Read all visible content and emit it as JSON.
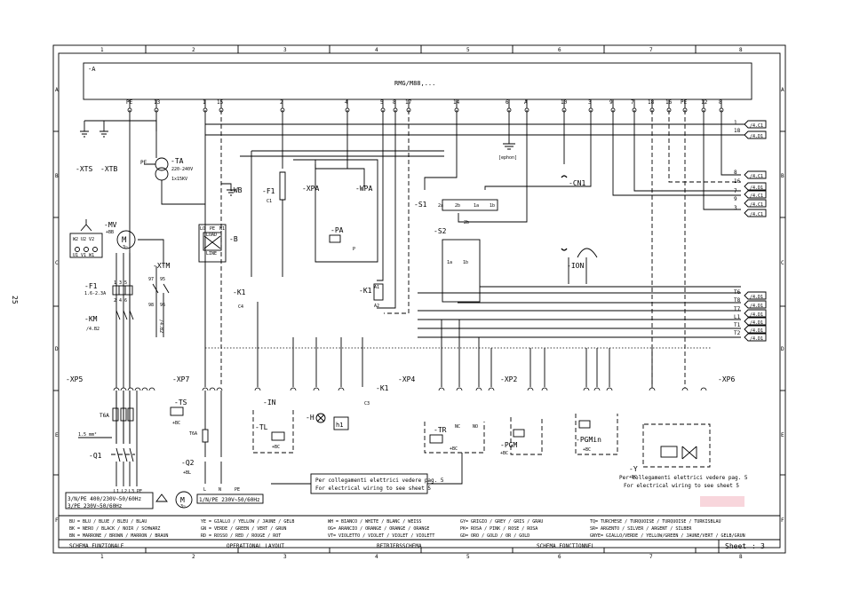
{
  "page_number": "25",
  "columns": [
    "1",
    "2",
    "3",
    "4",
    "5",
    "6",
    "7",
    "8"
  ],
  "rows": [
    "A",
    "B",
    "C",
    "D",
    "E",
    "F"
  ],
  "controller": {
    "ref": "-A",
    "model": "RMG/M88,..."
  },
  "controller_terminals": [
    "PE",
    "13",
    "1",
    "15",
    "2",
    "4",
    "5",
    "8",
    "17",
    "14",
    "6",
    "A",
    "10",
    "3",
    "9",
    "7",
    "18",
    "16",
    "PE",
    "12",
    "8"
  ],
  "right_outputs": [
    {
      "num": "1",
      "ref": "/4.C1"
    },
    {
      "num": "18",
      "ref": "/4.D1"
    },
    {
      "num": "8",
      "ref": "/4.C1"
    },
    {
      "num": "16",
      "ref": "/4.D1"
    },
    {
      "num": "7",
      "ref": "/4.C1"
    },
    {
      "num": "9",
      "ref": "/4.C1"
    },
    {
      "num": "3",
      "ref": "/4.C1"
    },
    {
      "num": "T6",
      "ref": "/4.D1"
    },
    {
      "num": "T8",
      "ref": "/4.D1"
    },
    {
      "num": "T7",
      "ref": "/4.D1"
    },
    {
      "num": "L1",
      "ref": "/4.D1"
    },
    {
      "num": "T1",
      "ref": "/4.D1"
    },
    {
      "num": "T2",
      "ref": "/4.D1"
    }
  ],
  "components": {
    "xts": "-XTS",
    "xtb": "-XTB",
    "ta": "-TA",
    "ta_v": "220-240V",
    "ta_p": "1x15KV",
    "pe": "PE",
    "wb": "-WB",
    "b": "-B",
    "b_lo": "LO",
    "b_pe": "PE",
    "b_n1": "N1",
    "b_load": "LOAD",
    "b_line": "LINE",
    "f1b": "-F1",
    "c1": "C1",
    "xpa": "-XPA",
    "wpa": "-WPA",
    "pa": "-PA",
    "pa_p": "P",
    "k1a": "-K1",
    "k1a_c": "C4",
    "k1b": "-K1",
    "a1": "A1",
    "a2": "A2",
    "s1": "-S1",
    "s1_2a": "2a",
    "s1_2b": "2b",
    "s1_1a": "1a",
    "s1_1b": "1b",
    "s2": "-S2",
    "s2_2b": "2b",
    "s2_1a": "1a",
    "s2_1b": "1b",
    "ephon": "[ephon]",
    "cn1": "-CN1",
    "ion": "-ION",
    "mv": "-MV",
    "mv_rating": "+BB",
    "mv_motor": "M",
    "mv_phase": "3~",
    "f1": "-F1",
    "f1_rating": "1.6-2.3A",
    "km": "-KM",
    "km_ref": "/4.B2",
    "xtm": "-XTM",
    "xtm_ref": "/4.B2",
    "xtm_98": "98",
    "xtm_96": "96",
    "xtm_97": "97",
    "xtm_95": "95",
    "xp5": "-XP5",
    "xp7": "-XP7",
    "xp4": "-XP4",
    "xp2": "-XP2",
    "xp6": "-XP6",
    "t6a": "T6A",
    "t6a2": "T6A",
    "mm": "1.5 mm²",
    "q1": "-Q1",
    "q2": "-Q2",
    "q2_bc": "+BL",
    "ts": "-TS",
    "ts_bc": "+BC",
    "in": "-IN",
    "tl": "-TL",
    "tl_bc": "+BC",
    "h": "-H",
    "h1": "h1",
    "k1c": "-K1",
    "k1c_c": "C3",
    "tr": "-TR",
    "tr_nc": "NC",
    "tr_no": "NO",
    "tr_bc": "+BC",
    "pgm": "-PGM",
    "pgm_bc": "+BC",
    "pgmin": "-PGMin",
    "pgmin_bc": "+BC",
    "y": "-Y",
    "y_bc": "+BC",
    "power3": "3/N/PE 400/230V~50/60Hz",
    "power3b": "3/PE  230V~50/60Hz",
    "power1": "1/N/PE 230V~50/60Hz",
    "motor2": "M",
    "motor2_phase": "3~",
    "bottom_l": [
      "L1",
      "L2",
      "L3",
      "PE"
    ],
    "bottom_m": [
      "L",
      "N",
      "PE"
    ]
  },
  "notes": {
    "note1_it": "Per collegamenti elettrici vedere pag. 5",
    "note1_en": "For electrical wiring to see sheet 5",
    "note2_it": "Per collegamenti elettrici vedere pag. 5",
    "note2_en": "For electrical wiring to see sheet 5"
  },
  "legend": [
    [
      "BU = BLU / BLUE / BLEU / BLAU",
      "YE = GIALLO / YELLOW / JAUNE / GELB",
      "WH = BIANCO / WHITE / BLANC / WEISS",
      "GY= GRIGIO / GREY / GRIS / GRAU",
      "TQ= TURCHESE / TURQUOISE / TURQUOISE / TURKISBLAU"
    ],
    [
      "BK = NERO / BLACK / NOIR / SCHWARZ",
      "GN = VERDE / GREEN / VERT / GRUN",
      "OG= ARANCIO / ORANGE / ORANGE / ORANGE",
      "PK= ROSA / PINK / ROSE / ROSA",
      "SR= ARGENTO / SILVER / ARGENT / SILBER"
    ],
    [
      "BN = MARRONE / BROWN / MARRON / BRAUN",
      "RD = ROSSO / RED / ROUGE / ROT",
      "VT= VIOLETTO / VIOLET / VIOLET / VIOLETT",
      "GD= ORO / GOLD / OR / GOLD",
      "GNYE= GIALLO/VERDE / YELLOW/GREEN / JAUNE/VERT / GELB/GRUN"
    ]
  ],
  "title_block": {
    "it": "SCHEMA FUNZIONALE",
    "en": "OPERATIONAL LAYOUT",
    "de": "BETRIEBSSCHEMA",
    "fr": "SCHEMA FONCTIONNEL",
    "sheet_label": "Sheet",
    "sheet_sep": ":",
    "sheet_num": "3"
  },
  "colors": {
    "line": "#000000",
    "highlight": "#f8d6dc",
    "paper": "#ffffff"
  }
}
